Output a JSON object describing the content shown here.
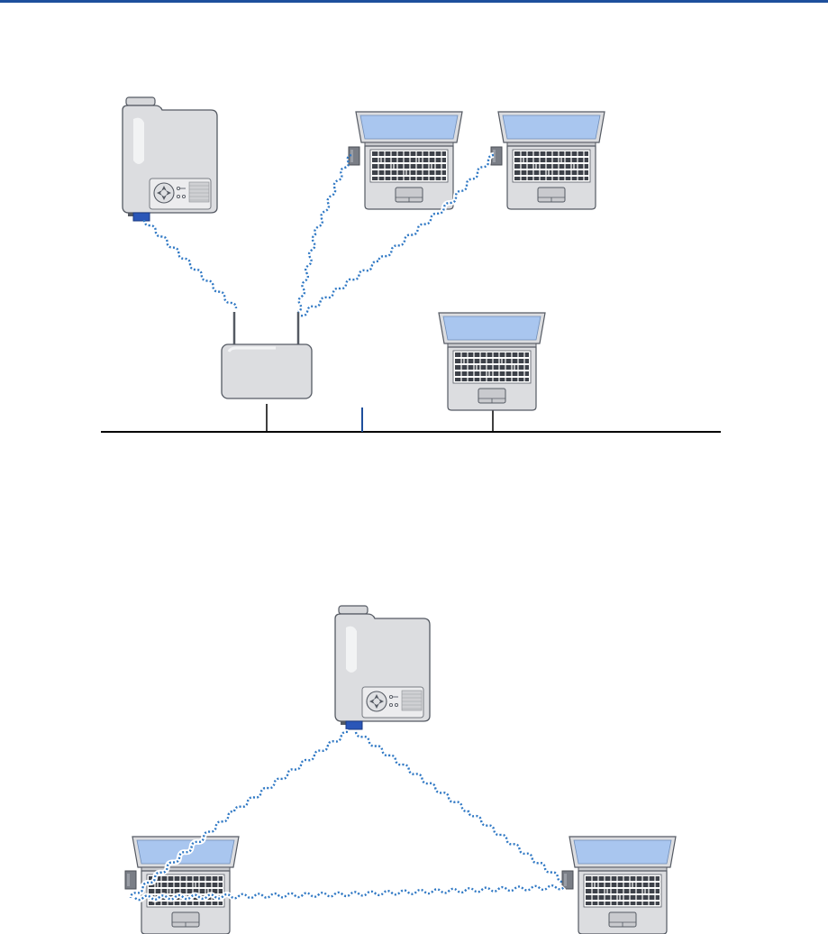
{
  "colors": {
    "top_rule": "#1e4f9c",
    "wireless_link": "#2f78c4",
    "network_line": "#000000",
    "network_tap": "#1e4f9c",
    "device_body": "#dcdde0",
    "device_outline": "#555a63",
    "laptop_screen": "#a9c6ef",
    "adapter": "#7a7e86",
    "projector_lan_port": "#2a56b8"
  },
  "diagrams": [
    {
      "mode": "infrastructure",
      "devices": [
        {
          "kind": "projector",
          "icon": "projector-icon"
        },
        {
          "kind": "laptop",
          "icon": "laptop-icon",
          "wireless": true
        },
        {
          "kind": "laptop",
          "icon": "laptop-icon",
          "wireless": true
        },
        {
          "kind": "access-point",
          "icon": "wireless-access-point-icon"
        },
        {
          "kind": "laptop",
          "icon": "laptop-icon",
          "wireless": false
        }
      ],
      "network": {
        "kind": "wired-lan",
        "icon": "lan-line-icon"
      }
    },
    {
      "mode": "ad-hoc",
      "devices": [
        {
          "kind": "projector",
          "icon": "projector-icon"
        },
        {
          "kind": "laptop",
          "icon": "laptop-icon",
          "wireless": true
        },
        {
          "kind": "laptop",
          "icon": "laptop-icon",
          "wireless": true
        }
      ]
    }
  ]
}
